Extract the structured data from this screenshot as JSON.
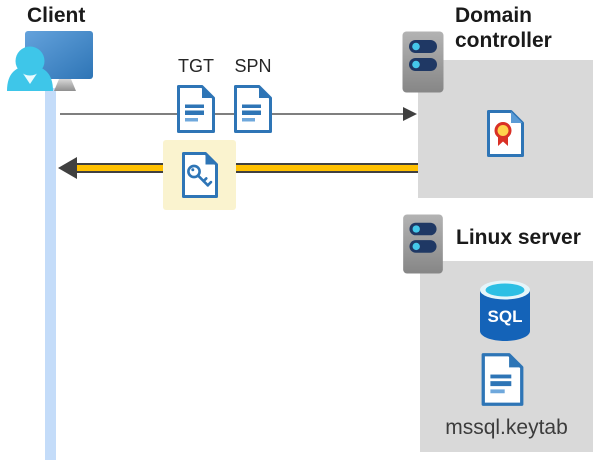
{
  "client": {
    "title": "Client"
  },
  "flow": {
    "tgt_label": "TGT",
    "spn_label": "SPN"
  },
  "domain_controller": {
    "title": "Domain controller"
  },
  "linux_server": {
    "title": "Linux server",
    "sql_icon_text": "SQL",
    "keytab_filename": "mssql.keytab"
  },
  "colors": {
    "doc_blue": "#2E75B6",
    "doc_blue_light": "#6FA8DC",
    "fold_light_blue": "#5B9BD5",
    "arrow_gray": "#7F7F7F",
    "arrowhead_dark": "#404040",
    "accent_yellow": "#FFC000",
    "highlight_yellow": "#FAF3CF",
    "box_gray": "#D9D9D9",
    "person_cyan": "#3EC6E9",
    "lifeline_blue": "#C4DCF9",
    "sql_blue": "#1463B8",
    "sql_cyan": "#2CBFE4",
    "server_slot_navy": "#1F3864",
    "server_dot_cyan": "#45C8EA",
    "cert_red": "#D93025",
    "cert_yellow": "#FFD24C",
    "text_dark": "#262626"
  }
}
